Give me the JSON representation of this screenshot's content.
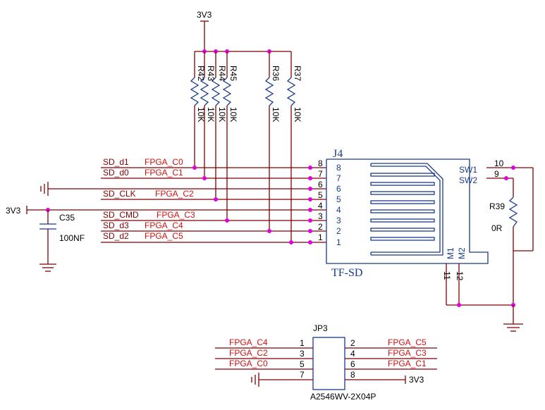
{
  "power": {
    "top": "3V3",
    "left": "3V3",
    "jp3": "3V3"
  },
  "resistors": [
    {
      "ref": "R42",
      "value": "10K"
    },
    {
      "ref": "R43",
      "value": "10K"
    },
    {
      "ref": "R44",
      "value": "10K"
    },
    {
      "ref": "R45",
      "value": "10K"
    },
    {
      "ref": "R36",
      "value": "10K"
    },
    {
      "ref": "R37",
      "value": "10K"
    }
  ],
  "signals": [
    {
      "net": "SD_d1",
      "fpga": "FPGA_C0",
      "pin": "8"
    },
    {
      "net": "SD_d0",
      "fpga": "FPGA_C1",
      "pin": "7"
    },
    {
      "net": "",
      "fpga": "",
      "pin": "6"
    },
    {
      "net": "SD_CLK",
      "fpga": "FPGA_C2",
      "pin": "5"
    },
    {
      "net": "",
      "fpga": "",
      "pin": "4"
    },
    {
      "net": "SD_CMD",
      "fpga": "FPGA_C3",
      "pin": "3"
    },
    {
      "net": "SD_d3",
      "fpga": "FPGA_C4",
      "pin": "2"
    },
    {
      "net": "SD_d2",
      "fpga": "FPGA_C5",
      "pin": "1"
    }
  ],
  "connector": {
    "ref": "J4",
    "name": "TF-SD",
    "pins_inner": [
      "8",
      "7",
      "6",
      "5",
      "4",
      "3",
      "2",
      "1"
    ],
    "sw1": "SW1",
    "sw2": "SW2",
    "sw1_pin": "10",
    "sw2_pin": "9",
    "m1": "M1",
    "m2": "M2",
    "m1_pin": "11",
    "m2_pin": "12"
  },
  "capacitor": {
    "ref": "C35",
    "value": "100NF"
  },
  "r39": {
    "ref": "R39",
    "value": "0R"
  },
  "jp3": {
    "ref": "JP3",
    "part": "A2546WV-2X04P",
    "left": [
      {
        "pin": "1",
        "net": "FPGA_C4"
      },
      {
        "pin": "3",
        "net": "FPGA_C2"
      },
      {
        "pin": "5",
        "net": "FPGA_C0"
      },
      {
        "pin": "7",
        "net": ""
      }
    ],
    "right": [
      {
        "pin": "2",
        "net": "FPGA_C5"
      },
      {
        "pin": "4",
        "net": "FPGA_C3"
      },
      {
        "pin": "6",
        "net": "FPGA_C1"
      },
      {
        "pin": "8",
        "net": ""
      }
    ]
  }
}
